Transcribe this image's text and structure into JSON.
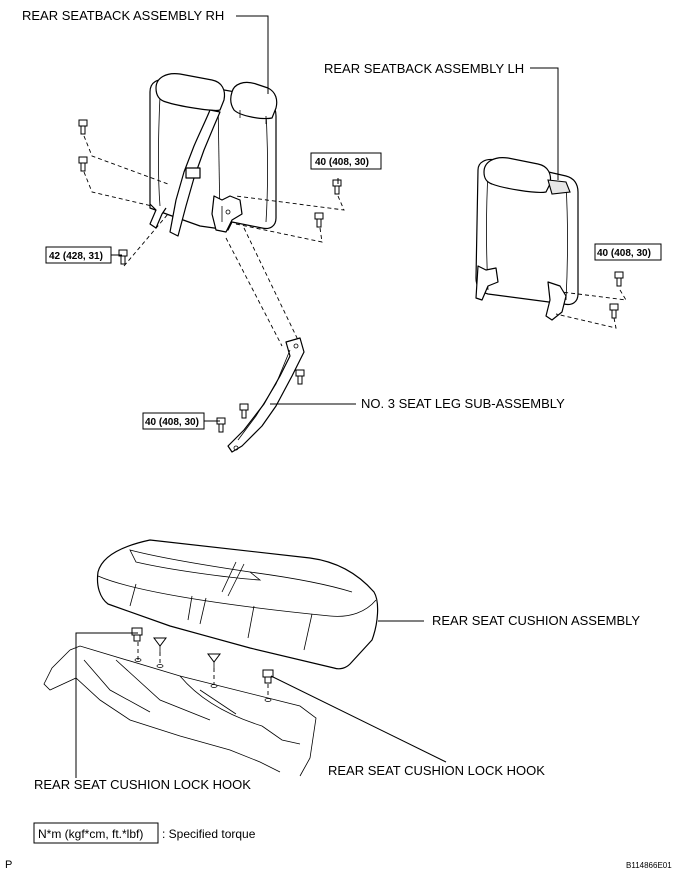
{
  "labels": {
    "seatback_rh": "REAR SEATBACK ASSEMBLY RH",
    "seatback_lh": "REAR SEATBACK ASSEMBLY LH",
    "seat_leg": "NO. 3 SEAT LEG SUB-ASSEMBLY",
    "cushion": "REAR SEAT CUSHION ASSEMBLY",
    "lock_hook_left": "REAR SEAT CUSHION LOCK HOOK",
    "lock_hook_right": "REAR SEAT CUSHION LOCK HOOK"
  },
  "torques": {
    "rh_right": "40 (408, 30)",
    "rh_left": "42 (428, 31)",
    "lh": "40 (408, 30)",
    "leg": "40 (408, 30)"
  },
  "legend": {
    "box_text": "N*m (kgf*cm, ft.*lbf)",
    "desc": ": Specified torque"
  },
  "footer": {
    "left_mark": "P",
    "code": "B114866E01"
  }
}
